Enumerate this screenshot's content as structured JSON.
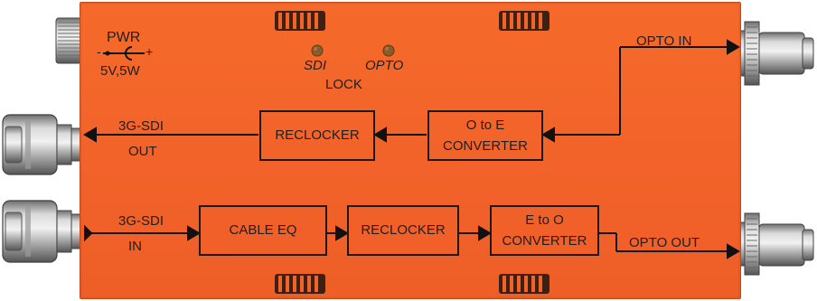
{
  "power": {
    "title": "PWR",
    "polarity_minus": "-",
    "polarity_plus": "+",
    "rating": "5V,5W"
  },
  "indicators": {
    "sdi_label": "SDI",
    "opto_label": "OPTO",
    "lock_label": "LOCK"
  },
  "top_path": {
    "input_label": "OPTO IN",
    "converter": {
      "line1": "O to E",
      "line2": "CONVERTER"
    },
    "reclocker": "RECLOCKER",
    "output_label_line1": "3G-SDI",
    "output_label_line2": "OUT"
  },
  "bottom_path": {
    "input_label_line1": "3G-SDI",
    "input_label_line2": "IN",
    "cable_eq": "CABLE EQ",
    "reclocker": "RECLOCKER",
    "converter": {
      "line1": "E to O",
      "line2": "CONVERTER"
    },
    "output_label": "OPTO OUT"
  },
  "colors": {
    "housing": "#f2632a",
    "led": "#8a5a2a",
    "metal": "#b8b8b8"
  },
  "icons": [
    "dc-power-connector-icon",
    "bnc-connector-icon",
    "fiber-connector-icon",
    "vent-icon",
    "led-icon",
    "arrow-icon"
  ]
}
